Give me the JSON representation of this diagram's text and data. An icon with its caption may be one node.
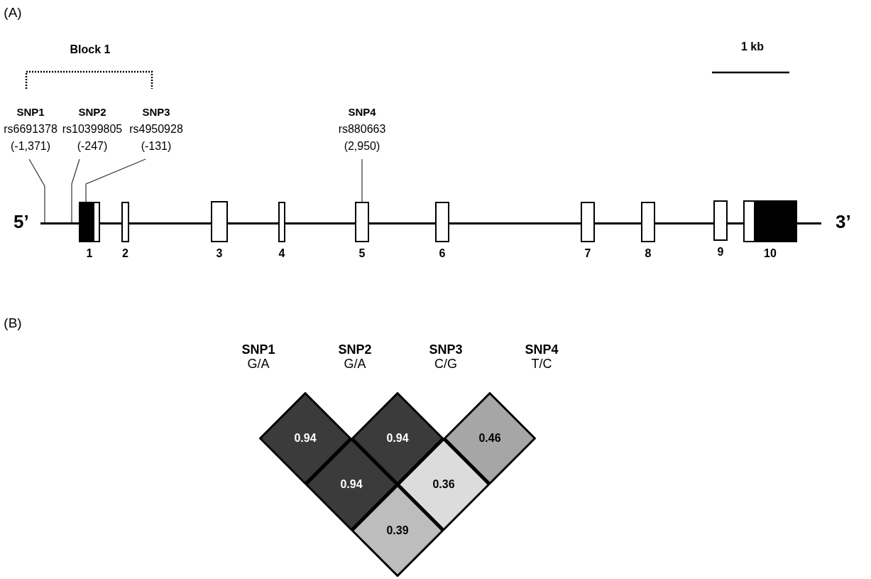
{
  "diagram": {
    "nodes": [
      {
        "text": [
          "SNP1",
          "rs6691378",
          "(-1,371)"
        ]
      },
      {
        "text": [
          "SNP2",
          "rs10399805",
          "(-247)"
        ]
      },
      {
        "text": [
          "SNP3",
          "rs4950928",
          "(-131)"
        ]
      },
      {
        "text": [
          "SNP4",
          "rs880663",
          "(2,950)"
        ]
      },
      {
        "text": [],
        "shape": "bar",
        "beside": [
          "5’",
          "3’"
        ]
      },
      {
        "text": [],
        "shape": "box",
        "beside": [
          "1"
        ]
      },
      {
        "text": [],
        "shape": "box",
        "beside": [
          "2"
        ]
      },
      {
        "text": [],
        "shape": "box",
        "beside": [
          "3"
        ]
      },
      {
        "text": [],
        "shape": "box",
        "beside": [
          "4"
        ]
      },
      {
        "text": [],
        "shape": "box",
        "beside": [
          "5"
        ]
      },
      {
        "text": [],
        "shape": "box",
        "beside": [
          "6"
        ]
      },
      {
        "text": [],
        "shape": "box",
        "beside": [
          "7"
        ]
      },
      {
        "text": [],
        "shape": "box",
        "beside": [
          "8"
        ]
      },
      {
        "text": [],
        "shape": "box",
        "beside": [
          "9"
        ]
      },
      {
        "text": [],
        "shape": "box",
        "beside": [
          "10"
        ]
      },
      {
        "text": [
          "0.94"
        ]
      },
      {
        "text": [
          "0.94"
        ]
      },
      {
        "text": [
          "0.46"
        ]
      },
      {
        "text": [
          "0.94"
        ]
      },
      {
        "text": [
          "0.36"
        ]
      },
      {
        "text": [
          "0.39"
        ]
      }
    ],
    "edges": [
      {
        "from": 0,
        "to": 4,
        "arrow": "none"
      },
      {
        "from": 1,
        "to": 4,
        "arrow": "none"
      },
      {
        "from": 2,
        "to": 5,
        "arrow": "none"
      },
      {
        "from": 3,
        "to": 9,
        "arrow": "none"
      }
    ],
    "labels": [
      "(A)",
      "Block 1",
      "1 kb",
      "(B)",
      "SNP1",
      "G/A",
      "SNP2",
      "G/A",
      "SNP3",
      "C/G",
      "SNP4",
      "T/C"
    ]
  }
}
